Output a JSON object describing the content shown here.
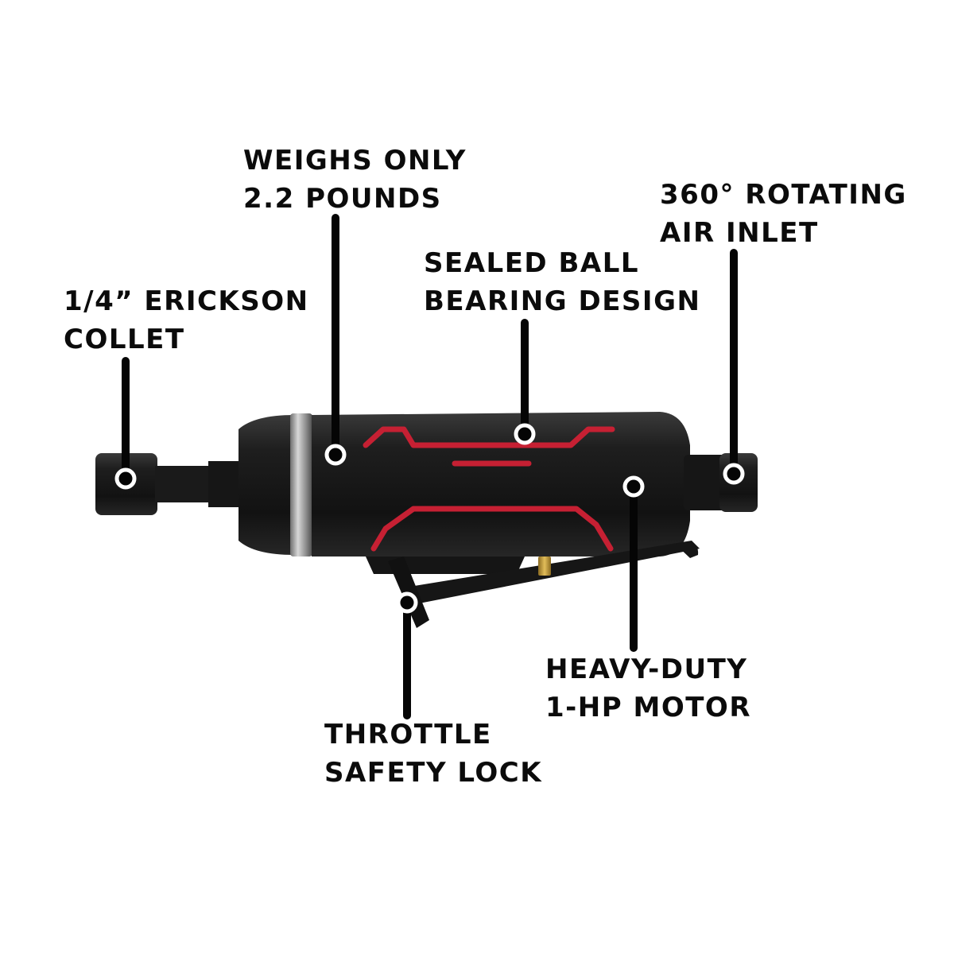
{
  "image": {
    "subject": "straight die grinder",
    "accent_color": "#c62033",
    "body_color": "#141414",
    "ring_color": "#a8a8a8",
    "fitting_color": "#c9a040"
  },
  "callouts": {
    "collet": {
      "line1": "1/4” ERICKSON",
      "line2": "COLLET"
    },
    "weight": {
      "line1": "WEIGHS ONLY",
      "line2": "2.2 POUNDS"
    },
    "bearing": {
      "line1": "SEALED BALL",
      "line2": "BEARING DESIGN"
    },
    "inlet": {
      "line1": "360° ROTATING",
      "line2": "AIR INLET"
    },
    "motor": {
      "line1": "HEAVY-DUTY",
      "line2": "1-HP MOTOR"
    },
    "throttle": {
      "line1": "THROTTLE",
      "line2": "SAFETY LOCK"
    }
  }
}
